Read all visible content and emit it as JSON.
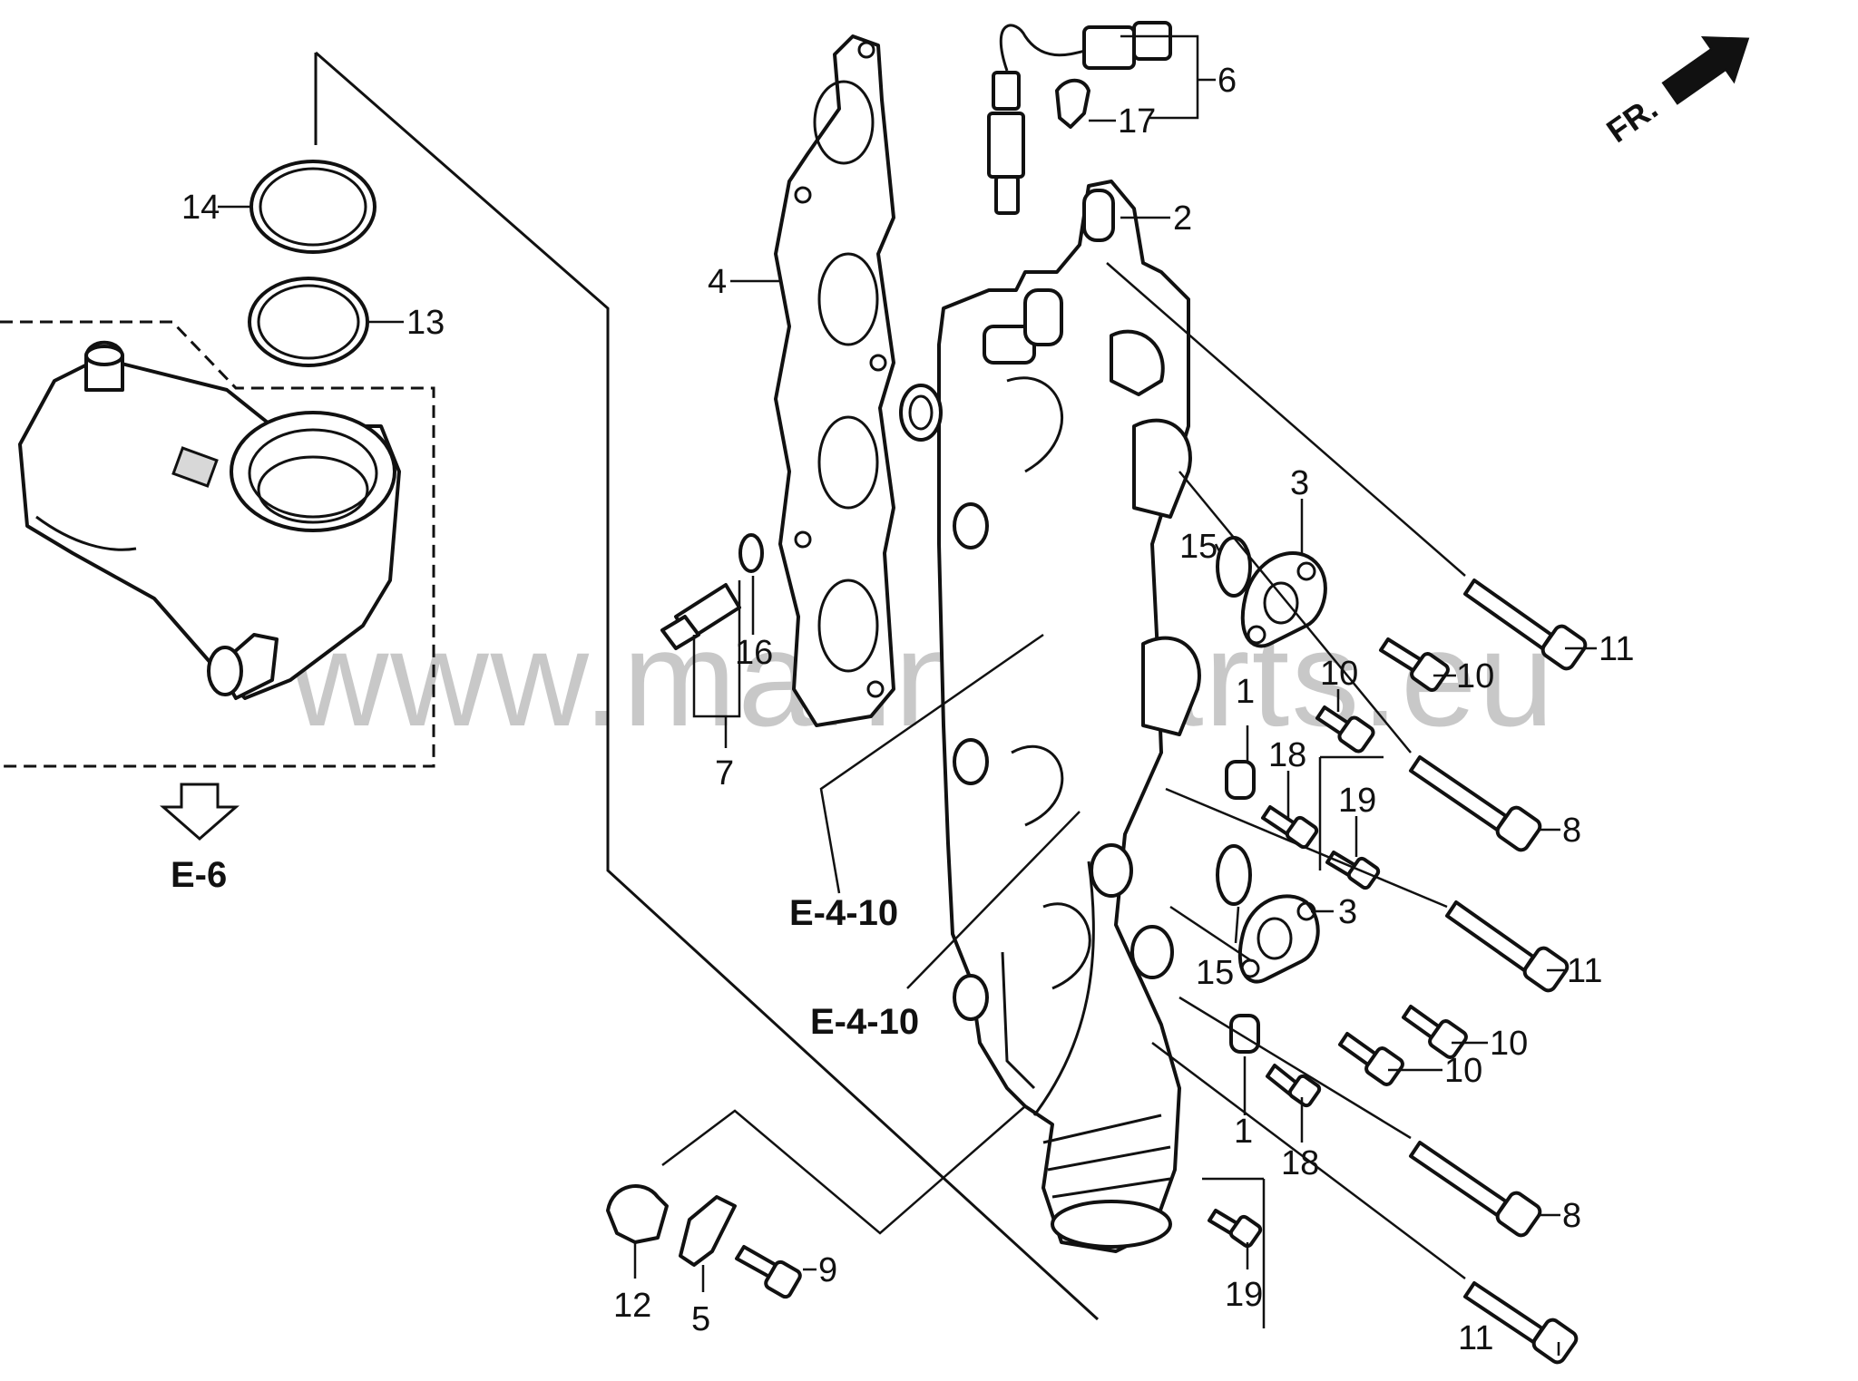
{
  "watermark": "www.marineparts.eu",
  "direction_marker": {
    "text": "FR."
  },
  "references": {
    "e6": "E-6",
    "e410_upper": "E-4-10",
    "e410_lower": "E-4-10"
  },
  "callouts": {
    "c1a": "1",
    "c1b": "1",
    "c2": "2",
    "c3a": "3",
    "c3b": "3",
    "c4": "4",
    "c5": "5",
    "c6": "6",
    "c7": "7",
    "c8a": "8",
    "c8b": "8",
    "c9": "9",
    "c10a": "10",
    "c10b": "10",
    "c10c": "10",
    "c10d": "10",
    "c11a": "11",
    "c11b": "11",
    "c11c": "11",
    "c12": "12",
    "c13": "13",
    "c14": "14",
    "c15a": "15",
    "c15b": "15",
    "c16": "16",
    "c17": "17",
    "c18a": "18",
    "c18b": "18",
    "c19a": "19",
    "c19b": "19"
  }
}
